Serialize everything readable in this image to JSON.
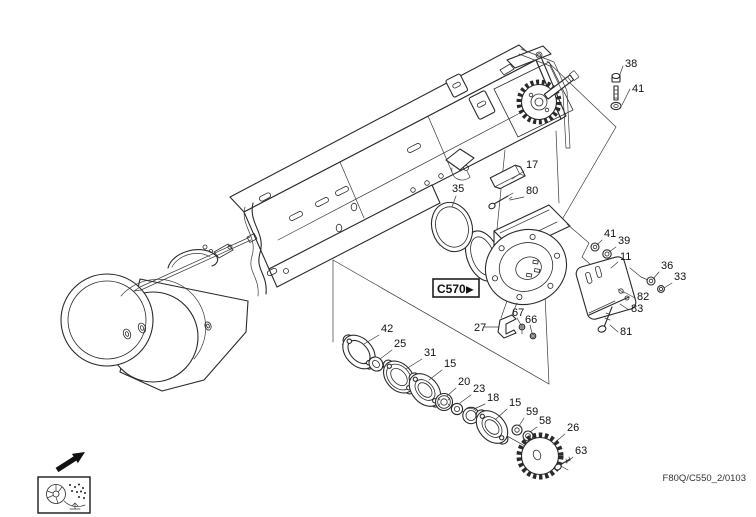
{
  "page": {
    "background": "#ffffff"
  },
  "colors": {
    "ink": "#2a2a2a",
    "label_ink": "#111111"
  },
  "footer": {
    "doc_code": "F80Q/C550_2/0103"
  },
  "reference_tag": {
    "label": "C570",
    "arrow": "▶"
  },
  "icons": {
    "corner_box": "straw-chopper-schematic-icon",
    "direction_arrow": "up-right-arrow-icon"
  },
  "callouts": [
    {
      "n": "38"
    },
    {
      "n": "41"
    },
    {
      "n": "17"
    },
    {
      "n": "80"
    },
    {
      "n": "35"
    },
    {
      "n": "41"
    },
    {
      "n": "39"
    },
    {
      "n": "11"
    },
    {
      "n": "36"
    },
    {
      "n": "33"
    },
    {
      "n": "82"
    },
    {
      "n": "83"
    },
    {
      "n": "81"
    },
    {
      "n": "27"
    },
    {
      "n": "67"
    },
    {
      "n": "66"
    },
    {
      "n": "42"
    },
    {
      "n": "25"
    },
    {
      "n": "31"
    },
    {
      "n": "15"
    },
    {
      "n": "20"
    },
    {
      "n": "23"
    },
    {
      "n": "18"
    },
    {
      "n": "15"
    },
    {
      "n": "59"
    },
    {
      "n": "58"
    },
    {
      "n": "26"
    },
    {
      "n": "63"
    }
  ]
}
